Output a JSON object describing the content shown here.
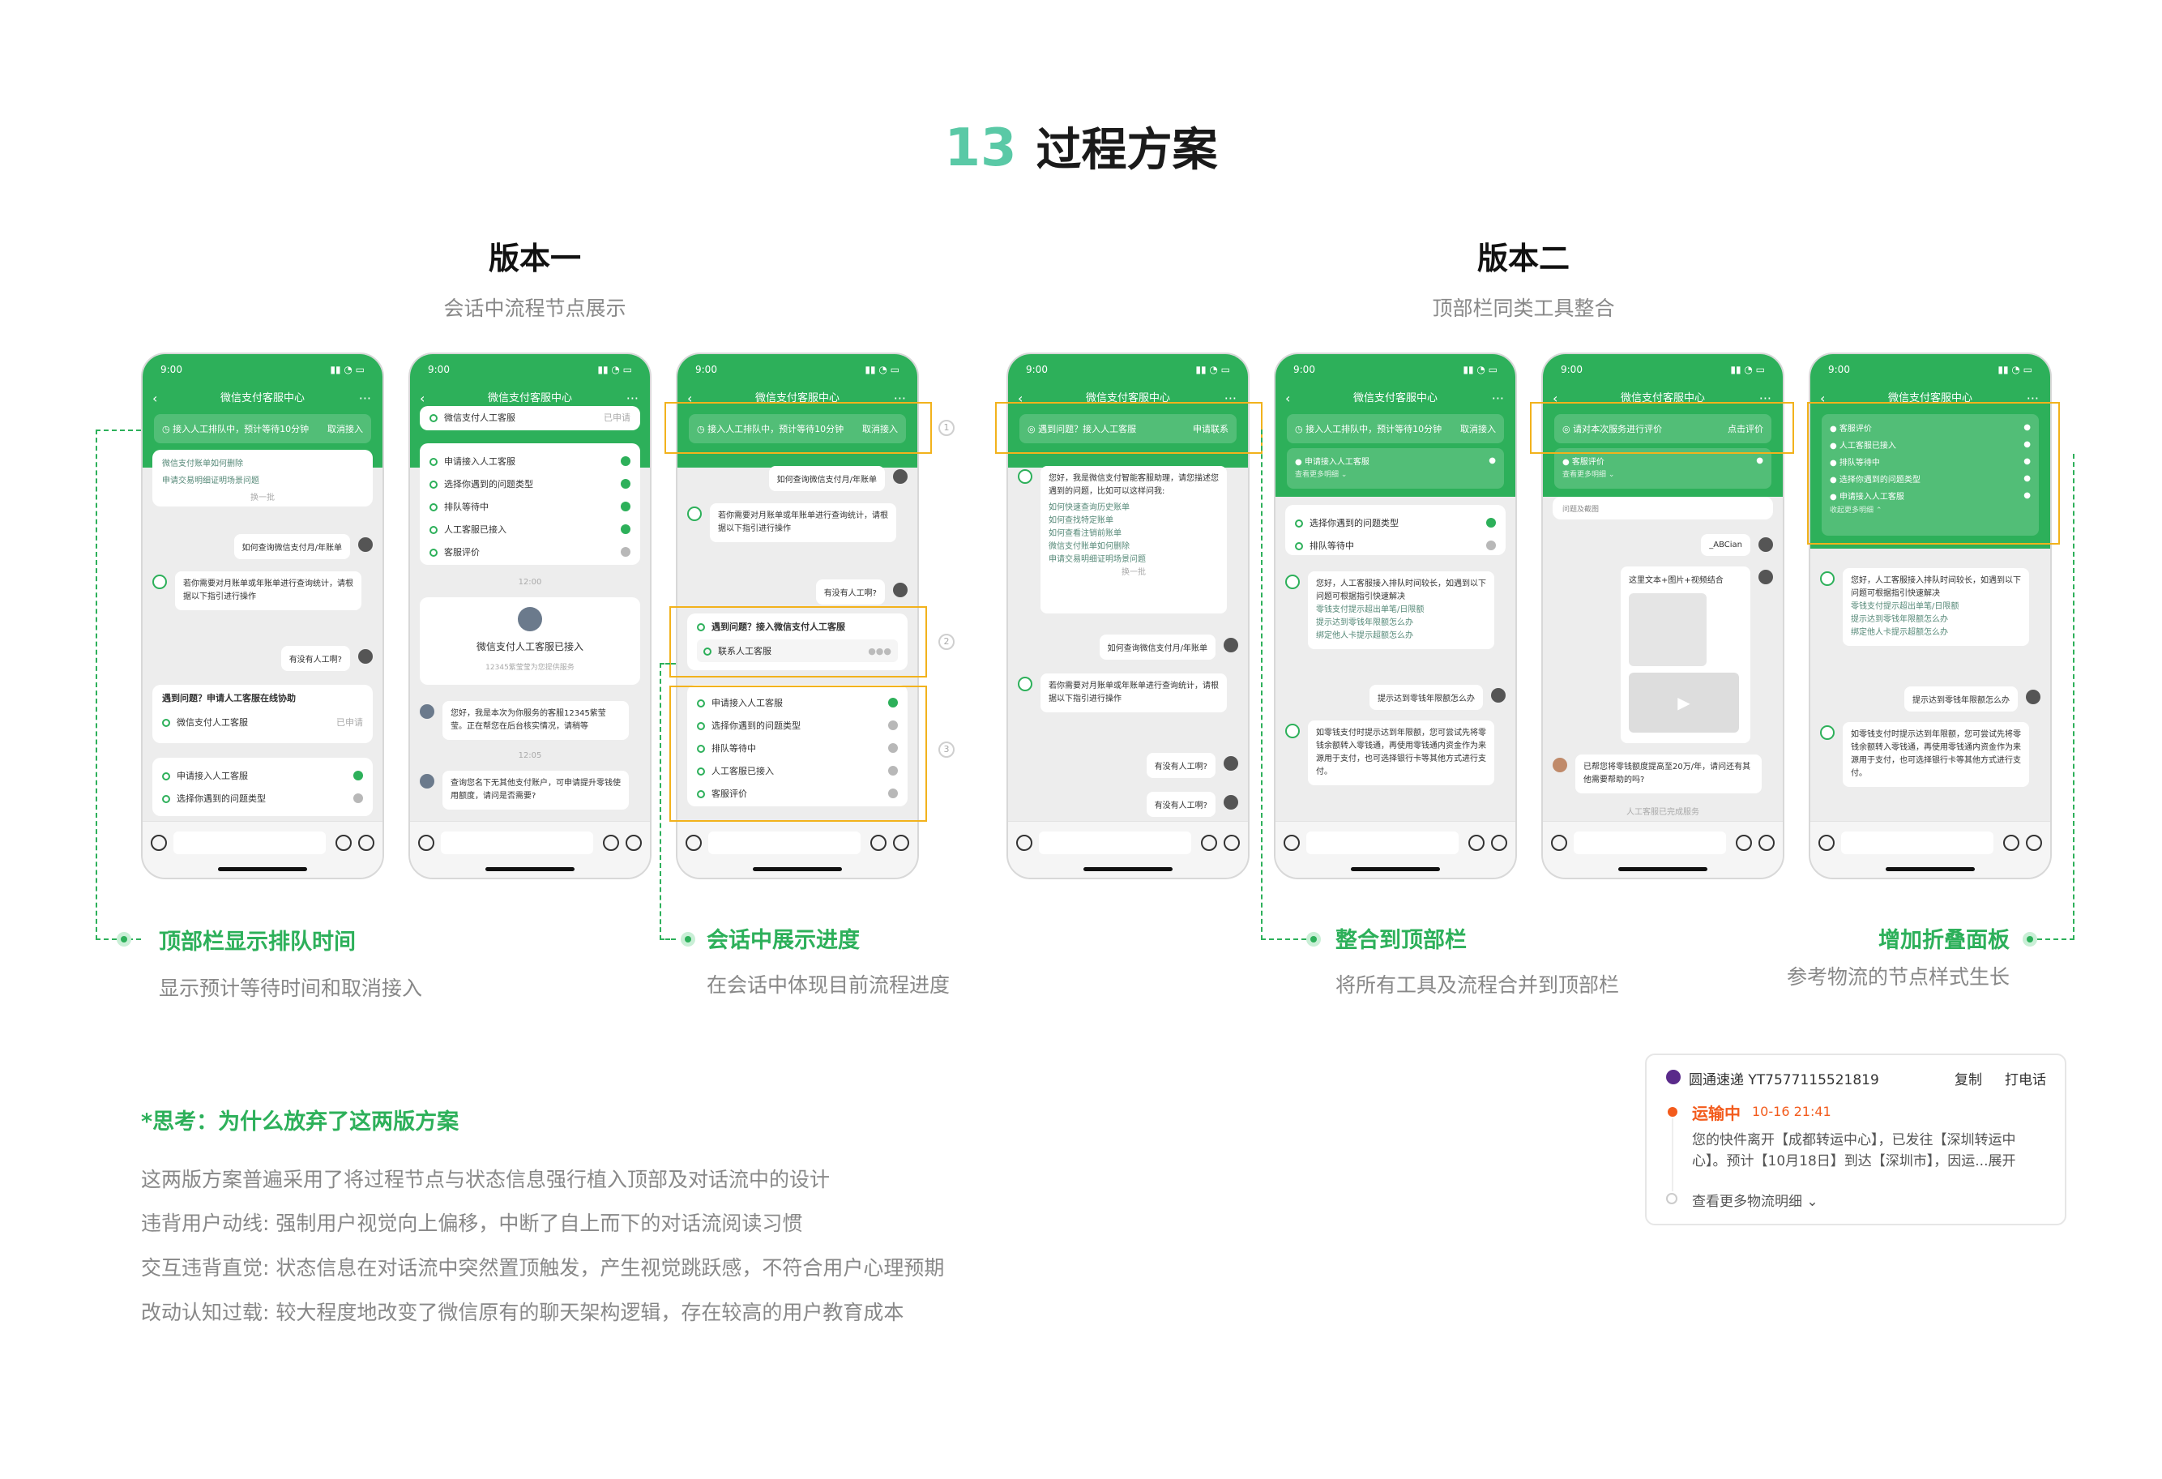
{
  "title": {
    "num": "13",
    "text": "过程方案"
  },
  "v1": {
    "title": "版本一",
    "sub": "会话中流程节点展示"
  },
  "v2": {
    "title": "版本二",
    "sub": "顶部栏同类工具整合"
  },
  "phone": {
    "time": "9:00",
    "title": "微信支付客服中心",
    "back": "‹",
    "more": "···"
  },
  "p1": {
    "bar": "接入人工排队中，预计等待10分钟",
    "bar_action": "取消接入",
    "list": [
      "微信支付账单如何删除",
      "申请交易明细证明场景问题"
    ],
    "refresh": "换一批",
    "q1": "如何查询微信支付月/年账单",
    "a1": "若你需要对月账单或年账单进行查询统计，请根据以下指引进行操作",
    "q2": "有没有人工啊?",
    "card_title": "遇到问题？申请人工客服在线协助",
    "card_item": "微信支付人工客服",
    "card_state": "已申请",
    "steps": [
      "申请接入人工客服",
      "选择你遇到的问题类型"
    ]
  },
  "p2": {
    "top_item": "微信支付人工客服",
    "top_state": "已申请",
    "steps": [
      "申请接入人工客服",
      "选择你遇到的问题类型",
      "排队等待中",
      "人工客服已接入",
      "客服评价"
    ],
    "time1": "12:00",
    "agent": "微信支付人工客服已接入",
    "agent_sub": "12345紫莹莹为您提供服务",
    "m1": "您好，我是本次为你服务的客服12345紫莹莹。正在帮您在后台核实情况，请稍等",
    "time2": "12:05",
    "m2": "查询您名下无其他支付账户，可申请提升零钱使用额度，请问是否需要?"
  },
  "p3": {
    "bar": "接入人工排队中，预计等待10分钟",
    "bar_action": "取消接入",
    "q1": "如何查询微信支付月/年账单",
    "a1": "若你需要对月账单或年账单进行查询统计，请根据以下指引进行操作",
    "q2": "有没有人工啊?",
    "card_title": "遇到问题？接入微信支付人工客服",
    "card_item": "联系人工客服",
    "steps": [
      "申请接入人工客服",
      "选择你遇到的问题类型",
      "排队等待中",
      "人工客服已接入",
      "客服评价"
    ],
    "n1": "1",
    "n2": "2",
    "n3": "3"
  },
  "p4": {
    "bar": "遇到问题？接入人工客服",
    "bar_action": "申请联系",
    "intro": "您好，我是微信支付智能客服助理，请您描述您遇到的问题，比如可以这样问我:",
    "list": [
      "如何快速查询历史账单",
      "如何查找特定账单",
      "如何查看注销前账单",
      "微信支付账单如何删除",
      "申请交易明细证明场景问题"
    ],
    "refresh": "换一批",
    "q1": "如何查询微信支付月/年账单",
    "a1": "若你需要对月账单或年账单进行查询统计，请根据以下指引进行操作",
    "q2": "有没有人工啊?",
    "q3": "有没有人工啊?"
  },
  "p5": {
    "bar": "接入人工排队中，预计等待10分钟",
    "bar_action": "取消接入",
    "step1": "申请接入人工客服",
    "more": "查看更多明细",
    "step2": "选择你遇到的问题类型",
    "step3": "排队等待中",
    "a1": "您好，人工客服接入排队时间较长，如遇到以下问题可根据指引快速解决",
    "list": [
      "零钱支付提示超出单笔/日限额",
      "提示达到零钱年限额怎么办",
      "绑定他人卡提示超额怎么办"
    ],
    "q1": "提示达到零钱年限额怎么办",
    "a2": "如零钱支付时提示达到年限额，您可尝试先将零钱余额转入零钱通，再使用零钱通内资金作为来源用于支付，也可选择银行卡等其他方式进行支付。"
  },
  "p6": {
    "bar": "请对本次服务进行评价",
    "bar_action": "点击评价",
    "step1": "客服评价",
    "more": "查看更多明细",
    "cut": "问题及截图",
    "user": "_ABCian",
    "media": "这里文本+图片+视频结合",
    "m1": "已帮您将零钱额度提高至20万/年，请问还有其他需要帮助的吗?",
    "done": "人工客服已完成服务"
  },
  "p7": {
    "steps": [
      "客服评价",
      "人工客服已接入",
      "排队等待中",
      "选择你遇到的问题类型",
      "申请接入人工客服"
    ],
    "fold": "收起更多明细",
    "a1": "您好，人工客服接入排队时间较长，如遇到以下问题可根据指引快速解决",
    "list": [
      "零钱支付提示超出单笔/日限额",
      "提示达到零钱年限额怎么办",
      "绑定他人卡提示超额怎么办"
    ],
    "q1": "提示达到零钱年限额怎么办",
    "a2": "如零钱支付时提示达到年限额，您可尝试先将零钱余额转入零钱通，再使用零钱通内资金作为来源用于支付，也可选择银行卡等其他方式进行支付。"
  },
  "notes": {
    "n1": {
      "t": "顶部栏显示排队时间",
      "s": "显示预计等待时间和取消接入"
    },
    "n2": {
      "t": "会话中展示进度",
      "s": "在会话中体现目前流程进度"
    },
    "n3": {
      "t": "整合到顶部栏",
      "s": "将所有工具及流程合并到顶部栏"
    },
    "n4": {
      "t": "增加折叠面板",
      "s": "参考物流的节点样式生长"
    }
  },
  "think": {
    "title": "*思考：为什么放弃了这两版方案",
    "lines": [
      "这两版方案普遍采用了将过程节点与状态信息强行植入顶部及对话流中的设计",
      "违背用户动线:  强制用户视觉向上偏移，中断了自上而下的对话流阅读习惯",
      "交互违背直觉:  状态信息在对话流中突然置顶触发，产生视觉跳跃感，不符合用户心理预期",
      "改动认知过载:  较大程度地改变了微信原有的聊天架构逻辑，存在较高的用户教育成本"
    ]
  },
  "logistics": {
    "carrier": "圆通速递",
    "tracking": "YT7577115521819",
    "copy": "复制",
    "call": "打电话",
    "status": "运输中",
    "time": "10-16 21:41",
    "detail": "您的快件离开【成都转运中心】，已发往【深圳转运中心】。预计【10月18日】到达【深圳市】，因运...展开",
    "more": "查看更多物流明细"
  },
  "colors": {
    "green": "#2db05a",
    "teal": "#5ac9a6",
    "highlight": "#f2b21c"
  }
}
